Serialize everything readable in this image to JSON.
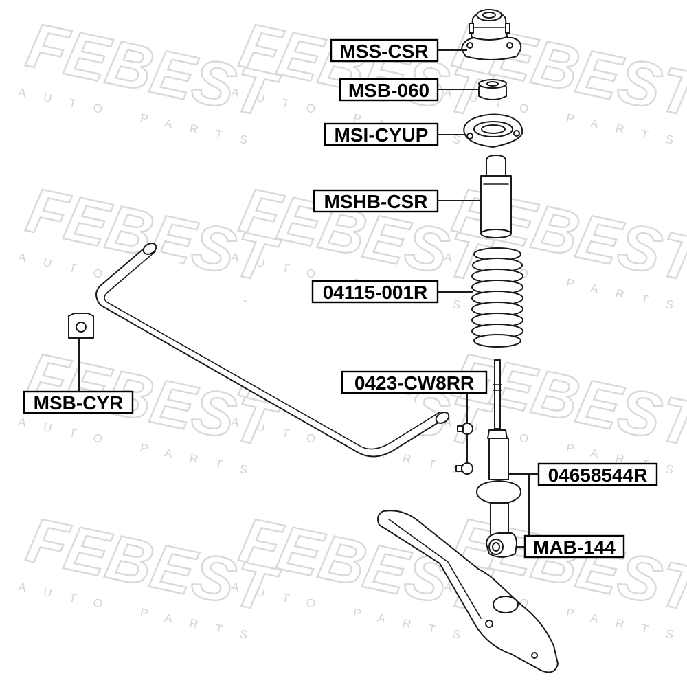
{
  "watermark": {
    "brand": "FEBEST",
    "tagline": "AUTO PARTS"
  },
  "labels": {
    "mss_csr": "MSS-CSR",
    "msb_060": "MSB-060",
    "msi_cyup": "MSI-CYUP",
    "mshb_csr": "MSHB-CSR",
    "spring": "04115-001R",
    "stab_link": "0423-CW8RR",
    "msb_cyr": "MSB-CYR",
    "shock": "04658544R",
    "mab_144": "MAB-144"
  }
}
